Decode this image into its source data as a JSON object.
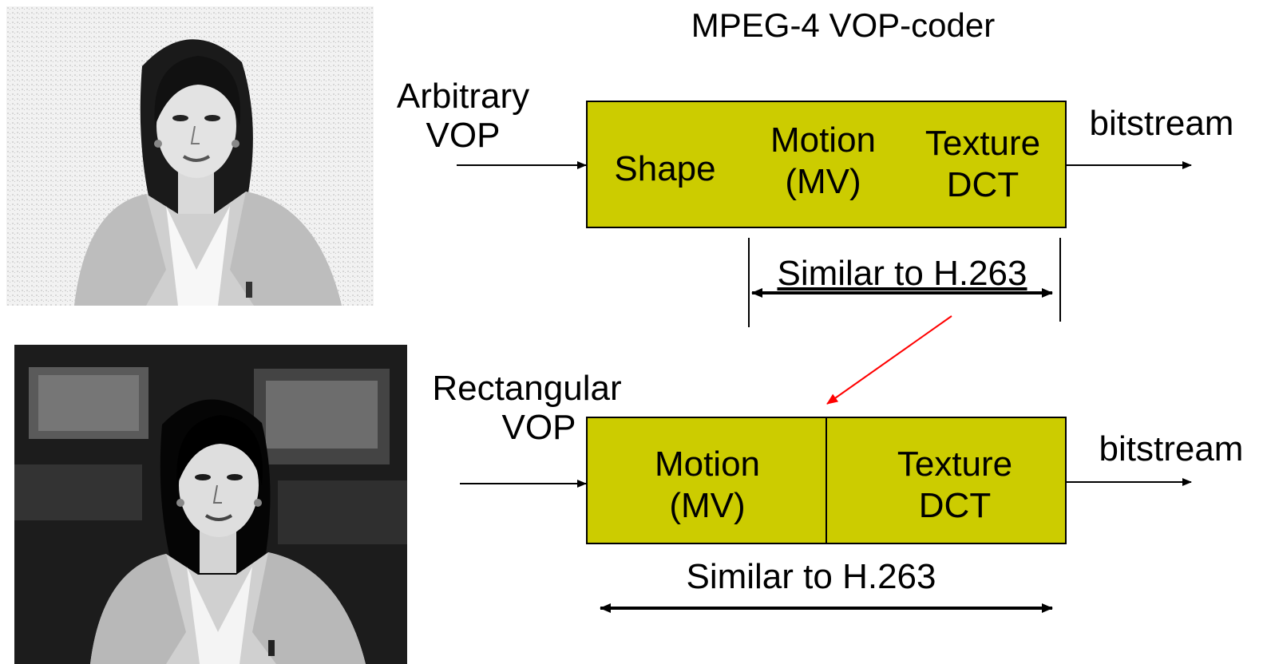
{
  "title": "MPEG-4 VOP-coder",
  "top": {
    "input_label_line1": "Arbitrary",
    "input_label_line2": "VOP",
    "output_label": "bitstream",
    "blocks": [
      {
        "line1": "Shape",
        "line2": ""
      },
      {
        "line1": "Motion",
        "line2": "(MV)"
      },
      {
        "line1": "Texture",
        "line2": "DCT"
      }
    ],
    "span_label": "Similar to H.263"
  },
  "bottom": {
    "input_label_line1": "Rectangular",
    "input_label_line2": "VOP",
    "output_label": "bitstream",
    "blocks": [
      {
        "line1": "Motion",
        "line2": "(MV)"
      },
      {
        "line1": "Texture",
        "line2": "DCT"
      }
    ],
    "span_label": "Similar to H.263"
  },
  "colors": {
    "block_fill": "#cccc00",
    "arrow": "#000000",
    "link_arrow": "#ff0000"
  },
  "images": [
    {
      "name": "anchor-woman-segmented-photo",
      "background": "light"
    },
    {
      "name": "anchor-woman-full-frame-photo",
      "background": "dark"
    }
  ]
}
